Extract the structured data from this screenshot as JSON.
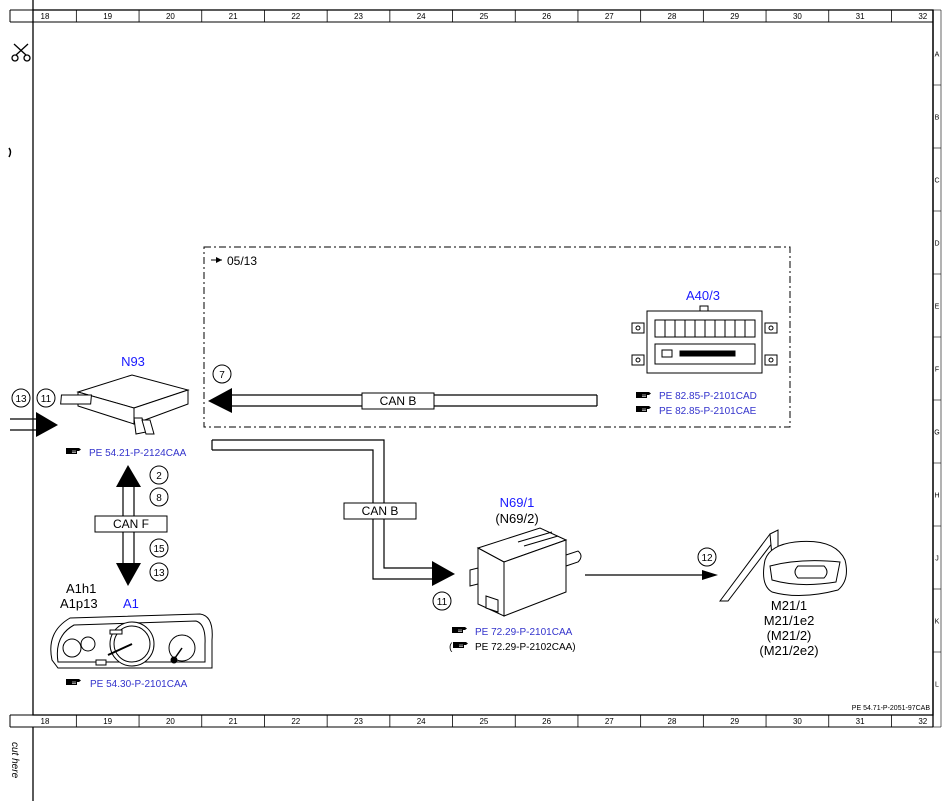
{
  "frame": {
    "columns": [
      "18",
      "19",
      "20",
      "21",
      "22",
      "23",
      "24",
      "25",
      "26",
      "27",
      "28",
      "29",
      "30",
      "31",
      "32"
    ],
    "rows": [
      "A",
      "B",
      "C",
      "D",
      "E",
      "F",
      "G",
      "H",
      "J",
      "K",
      "L"
    ],
    "doc_ref": "PE 54.71-P-2051-97CAB",
    "cut_here": "cut here"
  },
  "box_note": "05/13",
  "components": {
    "n93": {
      "label": "N93",
      "ref": "PE 54.21-P-2124CAA"
    },
    "a40_3": {
      "label": "A40/3",
      "ref1": "PE 82.85-P-2101CAD",
      "ref2": "PE 82.85-P-2101CAE"
    },
    "a1": {
      "label1": "A1h1",
      "label2": "A1p13",
      "label3": "A1",
      "ref": "PE 54.30-P-2101CAA"
    },
    "n69_1": {
      "label1": "N69/1",
      "label2": "(N69/2)",
      "ref1": "PE 72.29-P-2101CAA",
      "ref2_open": "(",
      "ref2": "PE 72.29-P-2102CAA)"
    },
    "m21_1": {
      "line1": "M21/1",
      "line2": "M21/1e2",
      "line3": "(M21/2)",
      "line4": "(M21/2e2)"
    }
  },
  "buses": {
    "can_b_top": "CAN B",
    "can_b_mid": "CAN B",
    "can_f": "CAN F"
  },
  "circles": {
    "c13_left": "13",
    "c11_left": "11",
    "c7": "7",
    "c2": "2",
    "c8": "8",
    "c15": "15",
    "c13_low": "13",
    "c11_mid": "11",
    "c12": "12"
  },
  "icons": {
    "hand": "pointing-hand-icon",
    "scissors": "scissors-icon"
  }
}
